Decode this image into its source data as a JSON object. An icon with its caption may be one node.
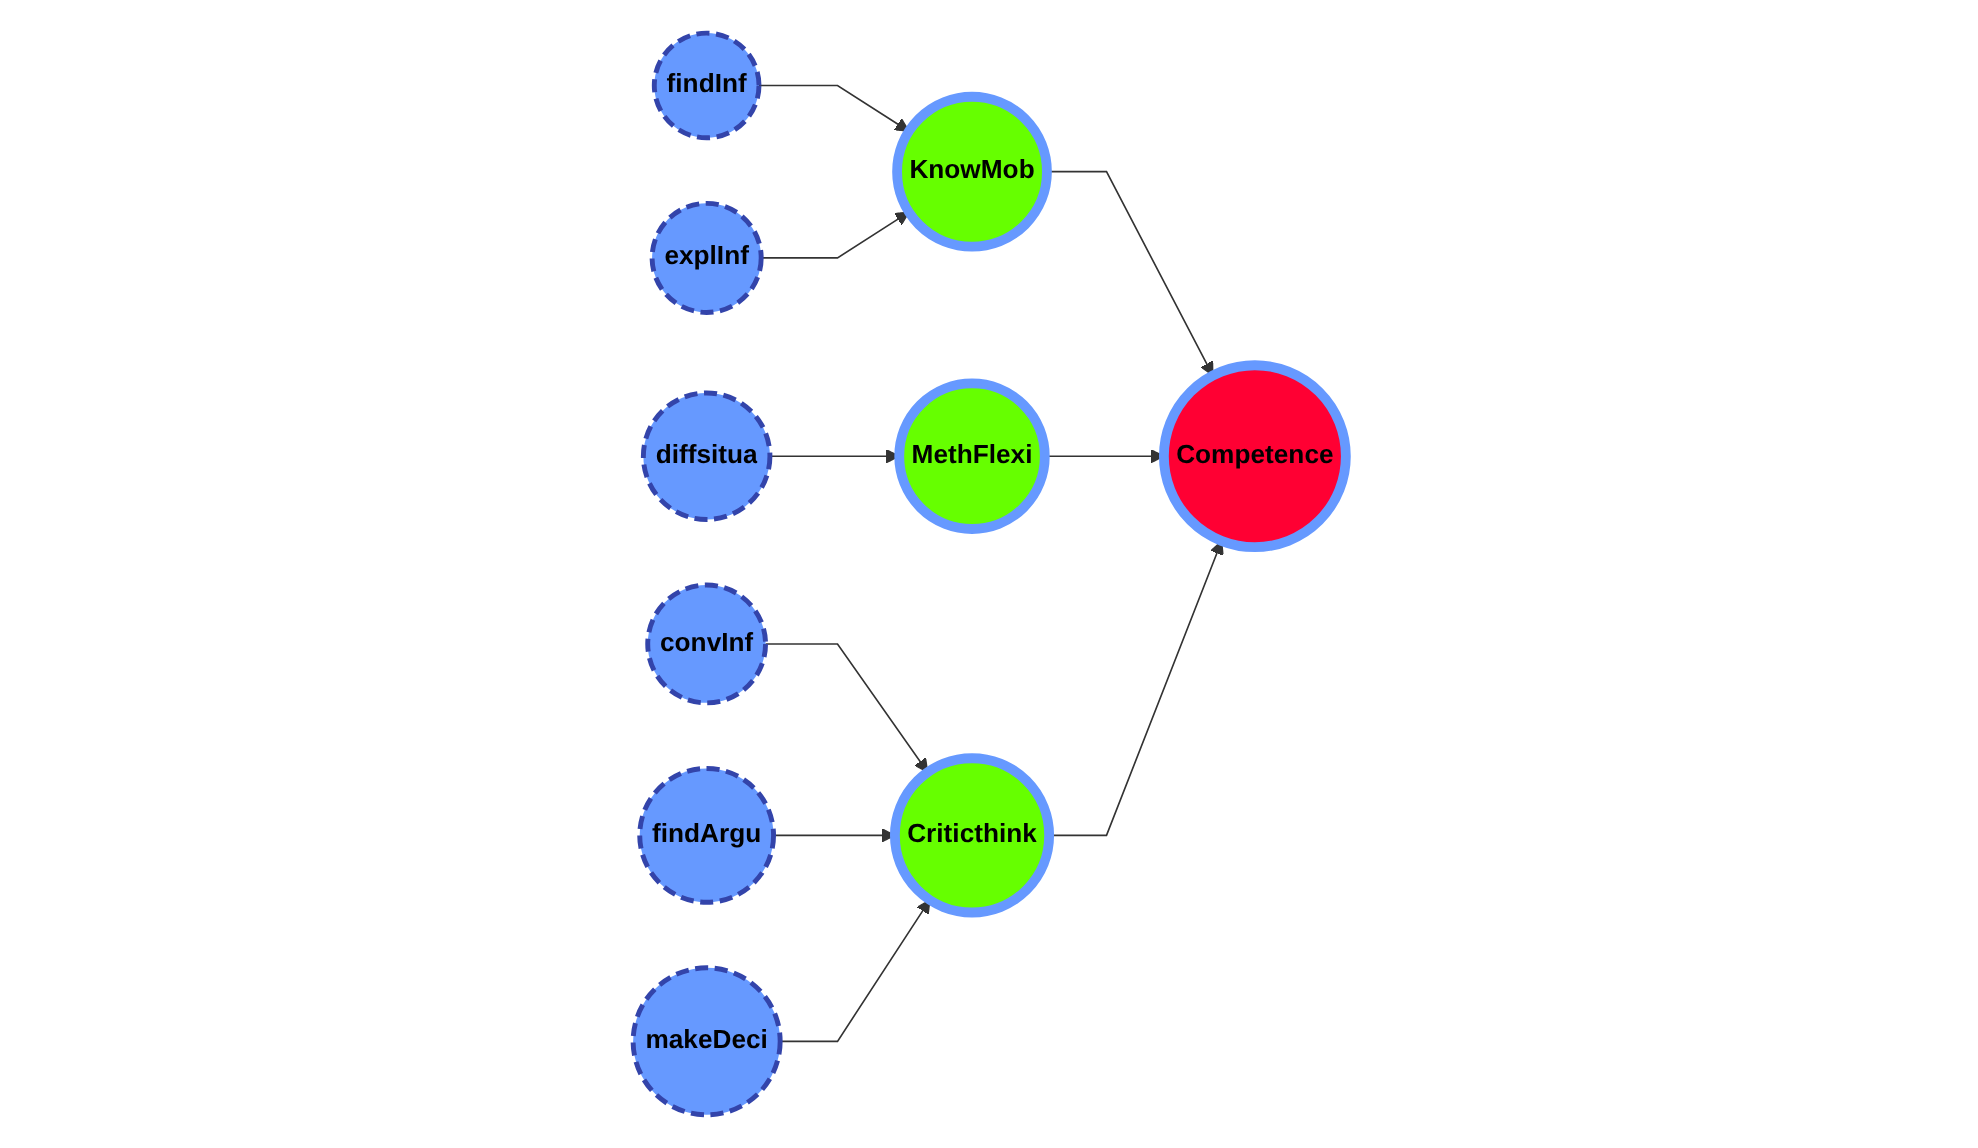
{
  "diagram": {
    "nodes": [
      {
        "text": [
          "findInf"
        ]
      },
      {
        "text": [
          "explInf"
        ]
      },
      {
        "text": [
          "KnowMob"
        ]
      },
      {
        "text": [
          "Competence"
        ]
      },
      {
        "text": [
          "MethFlexi"
        ]
      },
      {
        "text": [
          "diffsitua"
        ]
      },
      {
        "text": [
          "convInf"
        ]
      },
      {
        "text": [
          "Criticthink"
        ]
      },
      {
        "text": [
          "findArgu"
        ]
      },
      {
        "text": [
          "makeDeci"
        ]
      }
    ],
    "edges": [
      {
        "from": 0,
        "to": 2,
        "arrow": "to"
      },
      {
        "from": 1,
        "to": 2,
        "arrow": "to"
      },
      {
        "from": 2,
        "to": 3,
        "arrow": "to"
      },
      {
        "from": 4,
        "to": 3,
        "arrow": "to"
      },
      {
        "from": 5,
        "to": 4,
        "arrow": "to"
      },
      {
        "from": 6,
        "to": 7,
        "arrow": "to"
      },
      {
        "from": 8,
        "to": 7,
        "arrow": "to"
      },
      {
        "from": 9,
        "to": 7,
        "arrow": "to"
      },
      {
        "from": 7,
        "to": 3,
        "arrow": "to"
      }
    ]
  }
}
